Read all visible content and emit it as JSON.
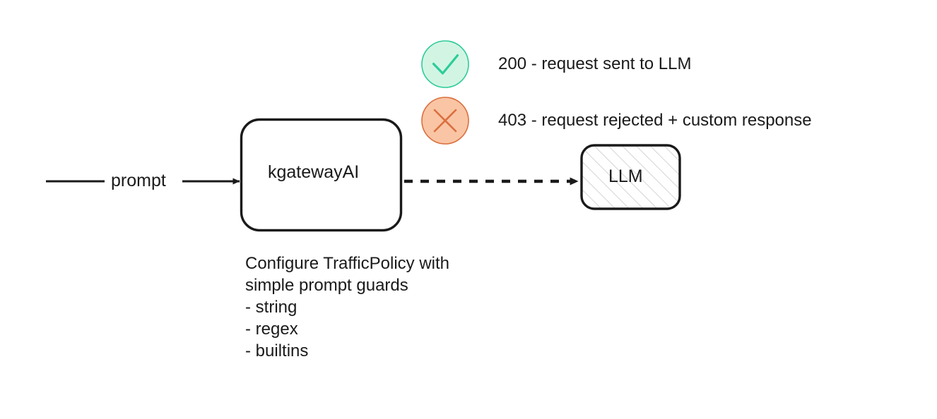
{
  "diagram": {
    "nodes": {
      "gateway": {
        "label": "kgatewayAI"
      },
      "llm": {
        "label": "LLM"
      }
    },
    "edges": {
      "prompt": {
        "label": "prompt",
        "style": "solid"
      },
      "forward": {
        "label": "",
        "style": "dashed"
      }
    },
    "legend": [
      {
        "icon": "check-circle-icon",
        "label": "200 - request sent to LLM",
        "fill": "#d2f5e3",
        "stroke": "#2ecc9a"
      },
      {
        "icon": "cross-circle-icon",
        "label": "403 - request rejected + custom response",
        "fill": "#fac5a4",
        "stroke": "#d9703f"
      }
    ],
    "note": {
      "lines": [
        "Configure TrafficPolicy with",
        "simple prompt guards",
        "- string",
        "- regex",
        "- builtins"
      ]
    },
    "colors": {
      "stroke": "#1a1a1a",
      "background": "#ffffff",
      "hatch": "#c9c9c9",
      "success": "#2ecc9a",
      "success_fill": "#d2f5e3",
      "error": "#d9703f",
      "error_fill": "#fac5a4"
    }
  }
}
